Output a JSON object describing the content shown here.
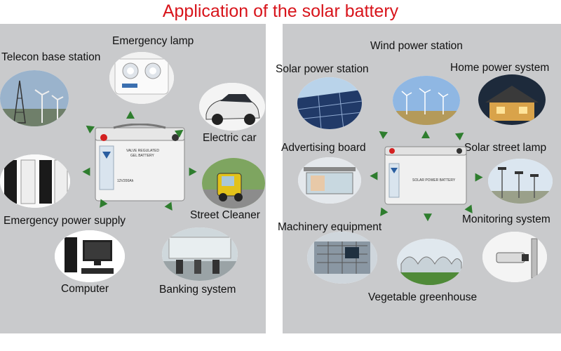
{
  "title": "Application of the solar battery",
  "left_labels": {
    "emergency_lamp": "Emergency lamp",
    "telecon": "Telecon base station",
    "electric_car": "Electric car",
    "street_cleaner": "Street Cleaner",
    "eps": "Emergency power supply",
    "computer": "Computer",
    "banking": "Banking system"
  },
  "right_labels": {
    "wind": "Wind power station",
    "solar_station": "Solar power station",
    "home_power": "Home power system",
    "advertising": "Advertising board",
    "street_lamp": "Solar street lamp",
    "machinery": "Machinery equipment",
    "monitoring": "Monitoring system",
    "greenhouse": "Vegetable greenhouse"
  },
  "left_battery": {
    "line1": "VALVE REGULATED",
    "line2": "GEL BATTERY",
    "model": "12V200Ah"
  },
  "right_battery": {
    "line1": "SOLAR POWER BATTERY"
  },
  "colors": {
    "title": "#d8141b",
    "panel": "#c9cacc",
    "arrow": "#2e7d2e"
  }
}
